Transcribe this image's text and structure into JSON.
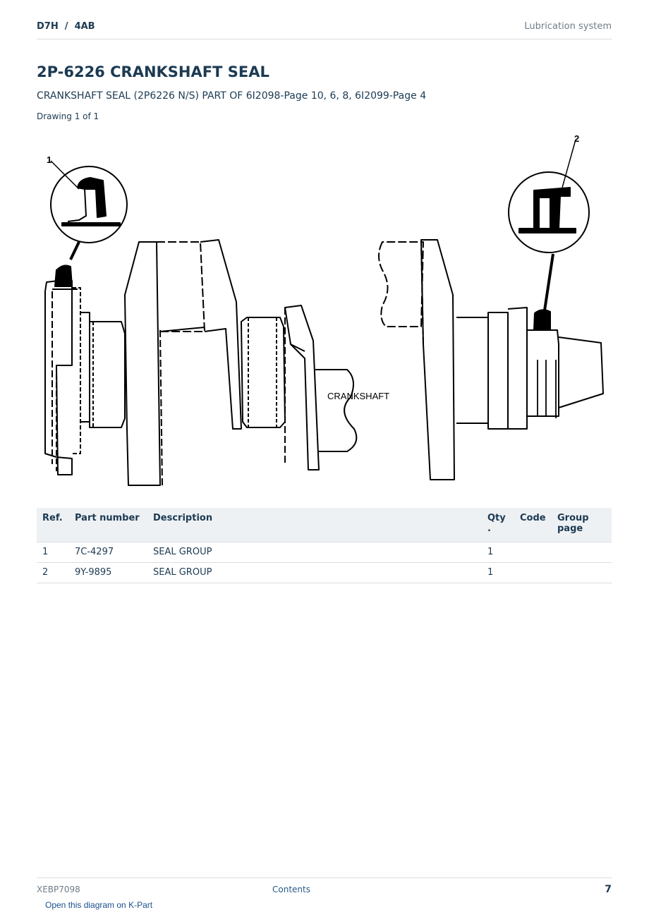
{
  "header": {
    "breadcrumb": "D7H  /  4AB",
    "section": "Lubrication system"
  },
  "title": "2P-6226 CRANKSHAFT SEAL",
  "subtitle": "CRANKSHAFT SEAL (2P6226 N/S) PART OF 6I2098-Page 10, 6, 8, 6I2099-Page 4",
  "drawing_count": "Drawing 1 of 1",
  "drawing": {
    "callout_1": "1",
    "callout_2": "2",
    "label": "CRANKSHAFT"
  },
  "table": {
    "headers": {
      "ref": "Ref.",
      "part_number": "Part number",
      "description": "Description",
      "qty": "Qty\n.",
      "code": "Code",
      "group_page": "Group page"
    },
    "rows": [
      {
        "ref": "1",
        "part_number": "7C-4297",
        "description": "SEAL GROUP",
        "qty": "1",
        "code": "",
        "group_page": ""
      },
      {
        "ref": "2",
        "part_number": "9Y-9895",
        "description": "SEAL GROUP",
        "qty": "1",
        "code": "",
        "group_page": ""
      }
    ]
  },
  "footer": {
    "doc_id": "XEBP7098",
    "contents_link": "Contents",
    "page_number": "7"
  },
  "kpart_link": "Open this diagram on K-Part"
}
